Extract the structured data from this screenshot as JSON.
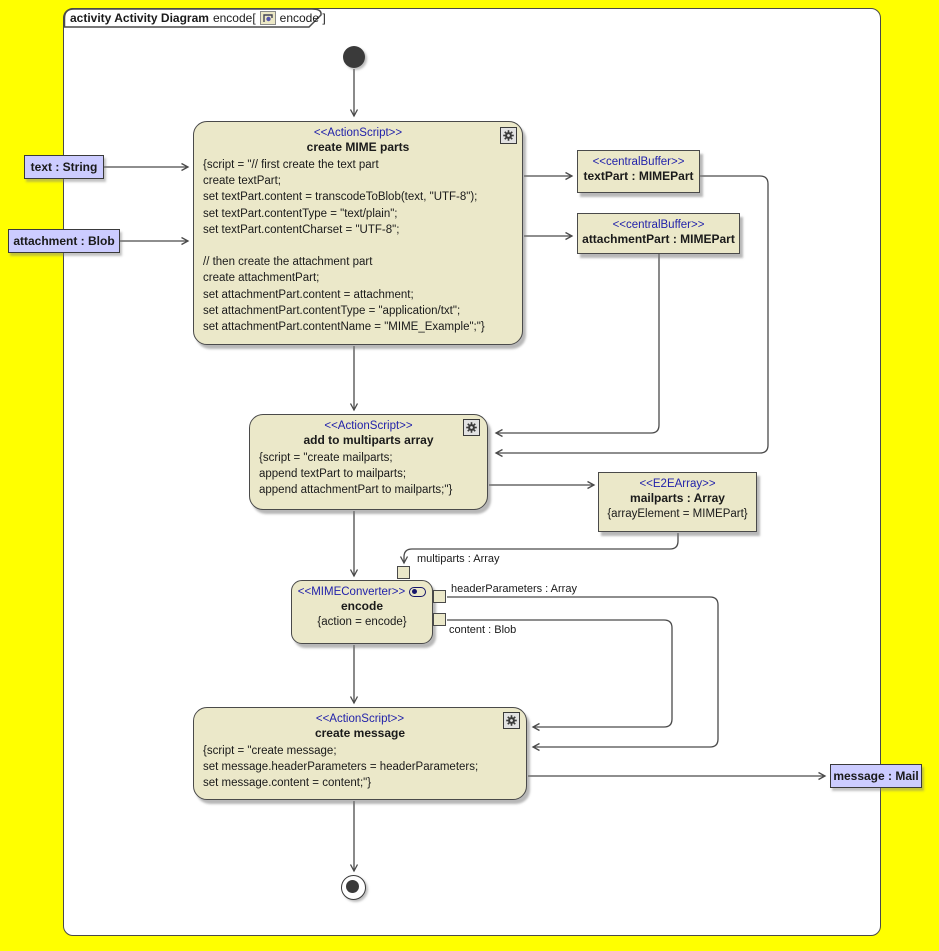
{
  "colors": {
    "canvas_background": "#ffff00",
    "frame_fill": "#ffffff",
    "node_fill": "#ebe8c9",
    "object_node_fill": "#ccccff",
    "stereotype_text": "#2222aa",
    "line": "#4a4a4a"
  },
  "frame": {
    "title_keyword": "activity Activity Diagram",
    "title_mid": "encode[",
    "title_end": "encode ]",
    "title_icon": "activity-diagram-icon"
  },
  "nodes": {
    "create_mime_parts": {
      "stereotype": "<<ActionScript>>",
      "name": "create MIME parts",
      "script": [
        "{script = \"// first create the text part",
        "create textPart;",
        "set textPart.content = transcodeToBlob(text, \"UTF-8\");",
        "set textPart.contentType = \"text/plain\";",
        "set textPart.contentCharset = \"UTF-8\";",
        "",
        "// then create the attachment part",
        "create attachmentPart;",
        "set attachmentPart.content = attachment;",
        "set attachmentPart.contentType = \"application/txt\";",
        "set attachmentPart.contentName = \"MIME_Example\";\"}"
      ]
    },
    "textpart_buffer": {
      "stereotype": "<<centralBuffer>>",
      "name": "textPart : MIMEPart"
    },
    "attachmentpart_buffer": {
      "stereotype": "<<centralBuffer>>",
      "name": "attachmentPart : MIMEPart"
    },
    "add_to_multiparts": {
      "stereotype": "<<ActionScript>>",
      "name": "add to multiparts array",
      "script": [
        "{script = \"create mailparts;",
        "append textPart to mailparts;",
        "append attachmentPart to mailparts;\"}"
      ]
    },
    "mailparts_array": {
      "stereotype": "<<E2EArray>>",
      "name": "mailparts : Array",
      "property": "{arrayElement = MIMEPart}"
    },
    "encode": {
      "stereotype": "<<MIMEConverter>>",
      "name": "encode",
      "property": "{action = encode}"
    },
    "create_message": {
      "stereotype": "<<ActionScript>>",
      "name": "create message",
      "script": [
        "{script = \"create message;",
        "set message.headerParameters = headerParameters;",
        "set message.content = content;\"}"
      ]
    }
  },
  "objects": {
    "text_string": {
      "label": "text : String"
    },
    "attachment_blob": {
      "label": "attachment : Blob"
    },
    "message_mail": {
      "label": "message : Mail"
    }
  },
  "pin_labels": {
    "multiparts": "multiparts : Array",
    "header_parameters": "headerParameters : Array",
    "content": "content : Blob"
  }
}
